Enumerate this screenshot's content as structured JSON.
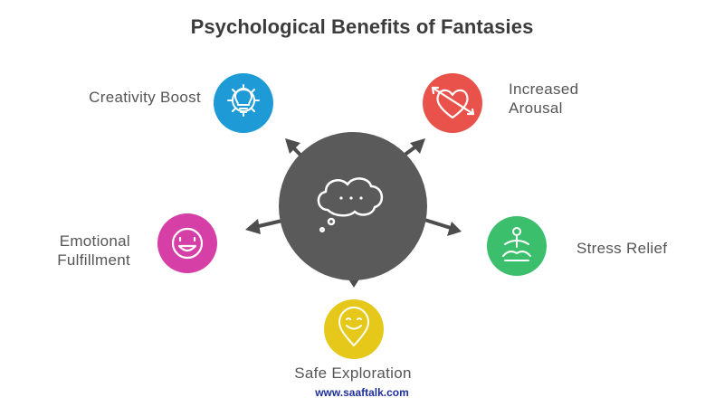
{
  "title": "Psychological Benefits of Fantasies",
  "center": {
    "icon": "thought-bubble-icon",
    "color": "#5a5a5a"
  },
  "benefits": [
    {
      "label": "Creativity Boost",
      "icon": "lightbulb-gear-icon",
      "color": "#1e9bd7"
    },
    {
      "label": "Increased Arousal",
      "icon": "heart-arrow-icon",
      "color": "#e8524a"
    },
    {
      "label": "Stress Relief",
      "icon": "meditation-icon",
      "color": "#3cbf6c"
    },
    {
      "label": "Safe Exploration",
      "icon": "location-pin-smile-icon",
      "color": "#e6c81a"
    },
    {
      "label": "Emotional Fulfillment",
      "icon": "smiley-face-icon",
      "color": "#d63fa6"
    }
  ],
  "footer": "www.saaftalk.com"
}
